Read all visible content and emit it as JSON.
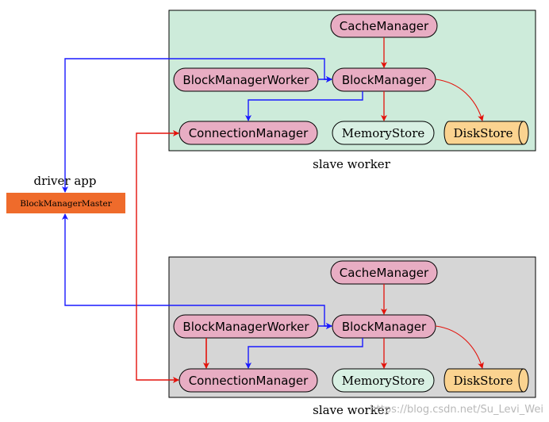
{
  "colors": {
    "worker1_fill": "#cdebda",
    "worker2_fill": "#d6d6d6",
    "pink_node": "#e8adc3",
    "mint_node": "#d8f0e3",
    "disk_node": "#fbd390",
    "master_fill": "#ef6b2b",
    "arrow_red": "#e3120b",
    "arrow_blue": "#1a1aff"
  },
  "driver": {
    "label": "driver app",
    "master": "BlockManagerMaster"
  },
  "workers": [
    {
      "label": "slave worker",
      "nodes": {
        "cache_manager": "CacheManager",
        "block_manager_worker": "BlockManagerWorker",
        "block_manager": "BlockManager",
        "connection_manager": "ConnectionManager",
        "memory_store": "MemoryStore",
        "disk_store": "DiskStore"
      }
    },
    {
      "label": "slave worker",
      "nodes": {
        "cache_manager": "CacheManager",
        "block_manager_worker": "BlockManagerWorker",
        "block_manager": "BlockManager",
        "connection_manager": "ConnectionManager",
        "memory_store": "MemoryStore",
        "disk_store": "DiskStore"
      }
    }
  ],
  "watermark": "https://blog.csdn.net/Su_Levi_Wei"
}
